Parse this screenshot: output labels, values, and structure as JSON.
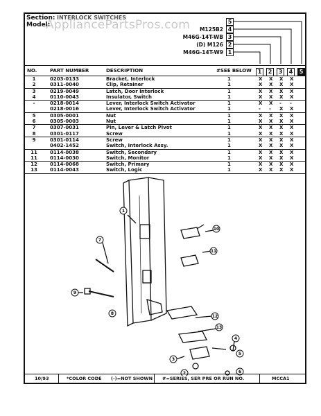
{
  "header": {
    "section_label": "Section:",
    "section_value": "INTERLOCK SWITCHES",
    "model_label": "Model:",
    "watermark": "AppliancePartsPros.com",
    "models": [
      {
        "num": "5",
        "name": ""
      },
      {
        "num": "4",
        "name": "M125B2"
      },
      {
        "num": "3",
        "name": "M46G-14T-WB"
      },
      {
        "num": "2",
        "name": "(D) M126"
      },
      {
        "num": "1",
        "name": "M46G-14T-W9"
      }
    ]
  },
  "table": {
    "col_no": "NO.",
    "col_part": "PART NUMBER",
    "col_desc": "DESCRIPTION",
    "col_see": "#SEE BELOW",
    "model_cols": [
      "1",
      "2",
      "3",
      "4",
      "5"
    ],
    "rows": [
      {
        "no": "1",
        "part": "0203-0133",
        "desc": "Bracket, Interlock",
        "qty": "1",
        "m": [
          "X",
          "X",
          "X",
          "X"
        ],
        "sep": false
      },
      {
        "no": "2",
        "part": "0311-0040",
        "desc": "Clip, Retainer",
        "qty": "1",
        "m": [
          "X",
          "X",
          "X",
          "X"
        ],
        "sep": true
      },
      {
        "no": "3",
        "part": "0219-0049",
        "desc": "Latch, Door Interlock",
        "qty": "1",
        "m": [
          "X",
          "X",
          "X",
          "X"
        ],
        "sep": false
      },
      {
        "no": "4",
        "part": "0110-0043",
        "desc": "Insulator, Switch",
        "qty": "1",
        "m": [
          "X",
          "X",
          "X",
          "X"
        ],
        "sep": true
      },
      {
        "no": "-",
        "part": "0218-0014",
        "desc": "Lever, Interlock Switch Activator",
        "qty": "1",
        "m": [
          "X",
          "X",
          "-",
          "-"
        ],
        "sep": false
      },
      {
        "no": "",
        "part": "0218-0016",
        "desc": "Lever, Interlock Switch Activator",
        "qty": "1",
        "m": [
          "-",
          "-",
          "X",
          "X"
        ],
        "sep": true
      },
      {
        "no": "5",
        "part": "0305-0001",
        "desc": "Nut",
        "qty": "1",
        "m": [
          "X",
          "X",
          "X",
          "X"
        ],
        "sep": false
      },
      {
        "no": "6",
        "part": "0305-0003",
        "desc": "Nut",
        "qty": "1",
        "m": [
          "X",
          "X",
          "X",
          "X"
        ],
        "sep": true
      },
      {
        "no": "7",
        "part": "0307-0031",
        "desc": "Pin, Lever & Latch Pivot",
        "qty": "1",
        "m": [
          "X",
          "X",
          "X",
          "X"
        ],
        "sep": false
      },
      {
        "no": "8",
        "part": "0301-0117",
        "desc": "Screw",
        "qty": "1",
        "m": [
          "X",
          "X",
          "X",
          "X"
        ],
        "sep": true
      },
      {
        "no": "9",
        "part": "0301-0114",
        "desc": "Screw",
        "qty": "1",
        "m": [
          "X",
          "X",
          "X",
          "X"
        ],
        "sep": false
      },
      {
        "no": "",
        "part": "0402-1452",
        "desc": "Switch, Interlock Assy.",
        "qty": "1",
        "m": [
          "X",
          "X",
          "X",
          "X"
        ],
        "sep": true
      },
      {
        "no": "11",
        "part": "0114-0038",
        "desc": "Switch, Secondary",
        "qty": "1",
        "m": [
          "X",
          "X",
          "X",
          "X"
        ],
        "sep": false
      },
      {
        "no": "11",
        "part": "0114-0030",
        "desc": "Switch, Monitor",
        "qty": "1",
        "m": [
          "X",
          "X",
          "X",
          "X"
        ],
        "sep": true
      },
      {
        "no": "12",
        "part": "0114-0068",
        "desc": "Switch, Primary",
        "qty": "1",
        "m": [
          "X",
          "X",
          "X",
          "X"
        ],
        "sep": false
      },
      {
        "no": "13",
        "part": "0114-0043",
        "desc": "Switch, Logic",
        "qty": "1",
        "m": [
          "X",
          "X",
          "X",
          "X"
        ],
        "sep": true
      }
    ]
  },
  "diagram": {
    "callouts": [
      "1",
      "2",
      "3",
      "4",
      "5",
      "6",
      "7",
      "8",
      "9",
      "10",
      "11",
      "12",
      "13"
    ]
  },
  "footer": {
    "date": "10/93",
    "color_code": "*COLOR CODE",
    "not_shown": "(-)=NOT SHOWN",
    "series_note": "#=SERIES, SER PRE OR RUN NO.",
    "page_code": "MCCA1"
  }
}
